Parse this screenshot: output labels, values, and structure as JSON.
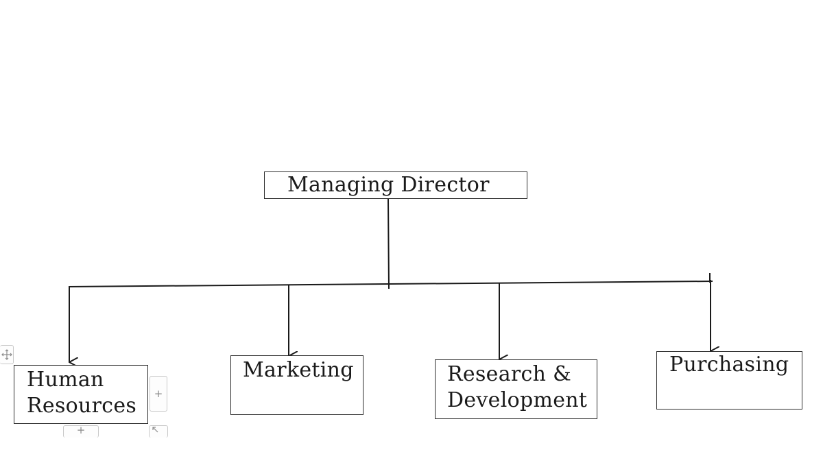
{
  "diagram": {
    "root": {
      "label": "Managing Director"
    },
    "children": [
      {
        "id": "hr",
        "lines": [
          "Human",
          "Resources"
        ]
      },
      {
        "id": "marketing",
        "lines": [
          "Marketing"
        ]
      },
      {
        "id": "rnd",
        "lines": [
          "Research &",
          "Development"
        ]
      },
      {
        "id": "purchasing",
        "lines": [
          "Purchasing"
        ]
      }
    ]
  },
  "controls": {
    "move_handle_icon": "move-arrows-icon",
    "add_right_icon": "plus-icon",
    "add_below_icon": "plus-icon",
    "resize_icon": "resize-arrow-icon"
  }
}
